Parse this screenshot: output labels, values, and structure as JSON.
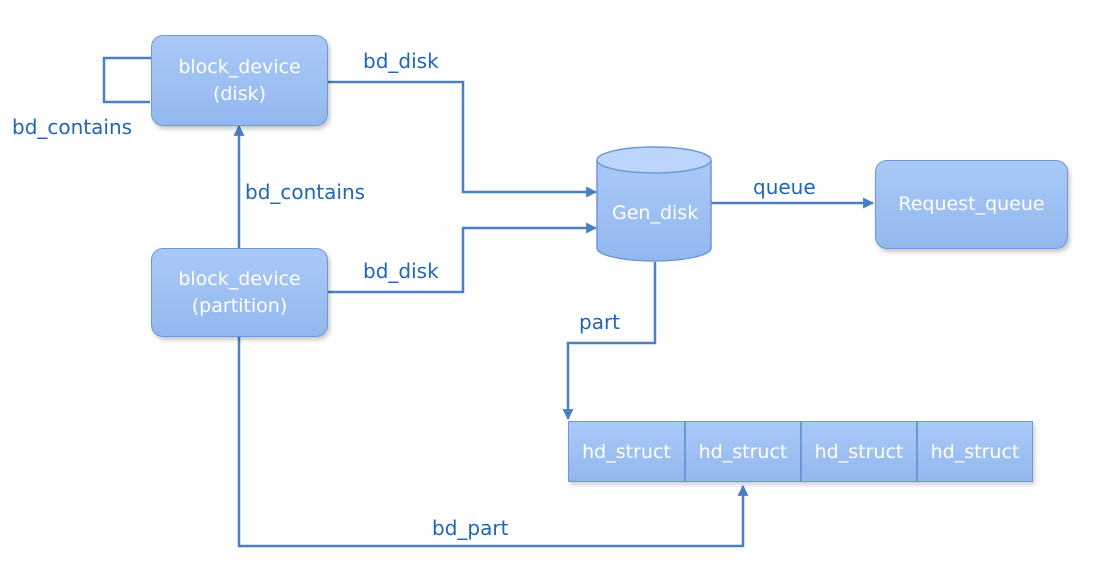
{
  "colors": {
    "node_fill": "#9bbff3",
    "node_border": "#6f98d6",
    "edge": "#4a7fc4",
    "label": "#1f66b5",
    "node_text": "#ffffff"
  },
  "nodes": {
    "disk": {
      "line1": "block_device",
      "line2": "(disk)"
    },
    "partition": {
      "line1": "block_device",
      "line2": "(partition)"
    },
    "gen_disk": {
      "label": "Gen_disk"
    },
    "request_queue": {
      "label": "Request_queue"
    },
    "hd_structs": [
      "hd_struct",
      "hd_struct",
      "hd_struct",
      "hd_struct"
    ]
  },
  "edges": {
    "disk_self": "bd_contains",
    "disk_to_gendisk": "bd_disk",
    "partition_to_disk": "bd_contains",
    "partition_to_gendisk": "bd_disk",
    "gendisk_to_queue": "queue",
    "gendisk_to_parts": "part",
    "partition_to_hd": "bd_part"
  }
}
